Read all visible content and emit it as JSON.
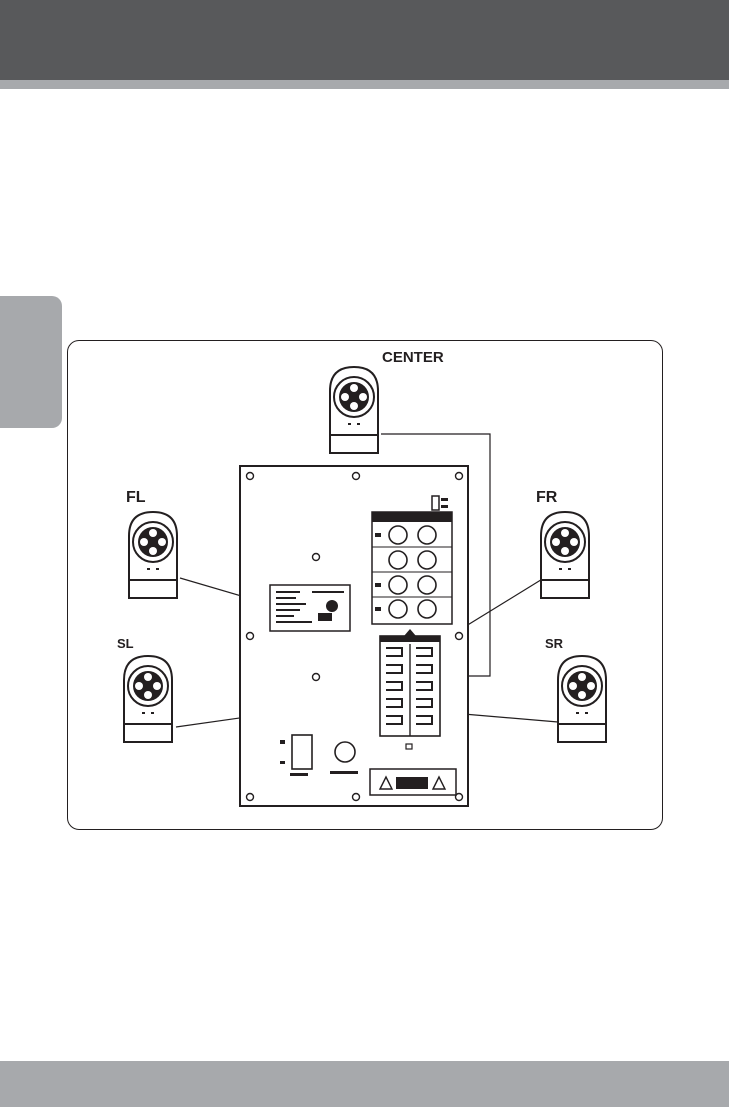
{
  "labels": {
    "center": "CENTER",
    "front_left": "FL",
    "front_right": "FR",
    "surround_left": "SL",
    "surround_right": "SR"
  },
  "colors": {
    "top_bar": "#58595b",
    "accent_gray": "#a7a9ac",
    "line": "#231f20"
  }
}
